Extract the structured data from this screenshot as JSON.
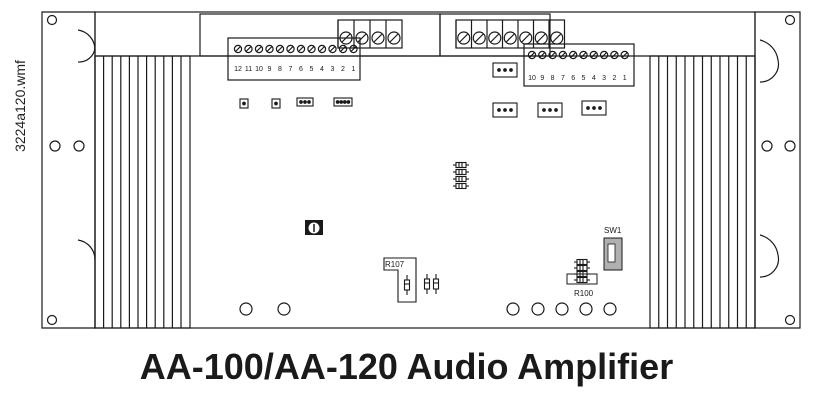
{
  "filename": "3224a120.wmf",
  "caption": "AA-100/AA-120 Audio Amplifier",
  "left_terminal": {
    "numbers": [
      "12",
      "11",
      "10",
      "9",
      "8",
      "7",
      "6",
      "5",
      "4",
      "3",
      "2",
      "1"
    ]
  },
  "right_terminal": {
    "numbers": [
      "10",
      "9",
      "8",
      "7",
      "6",
      "5",
      "4",
      "3",
      "2",
      "1"
    ]
  },
  "labels": {
    "sw1": "SW1",
    "r107": "R107",
    "r100": "R100"
  },
  "colors": {
    "line": "#1a1a1a",
    "switch_fill": "#b0b0b0",
    "background": "#ffffff"
  }
}
